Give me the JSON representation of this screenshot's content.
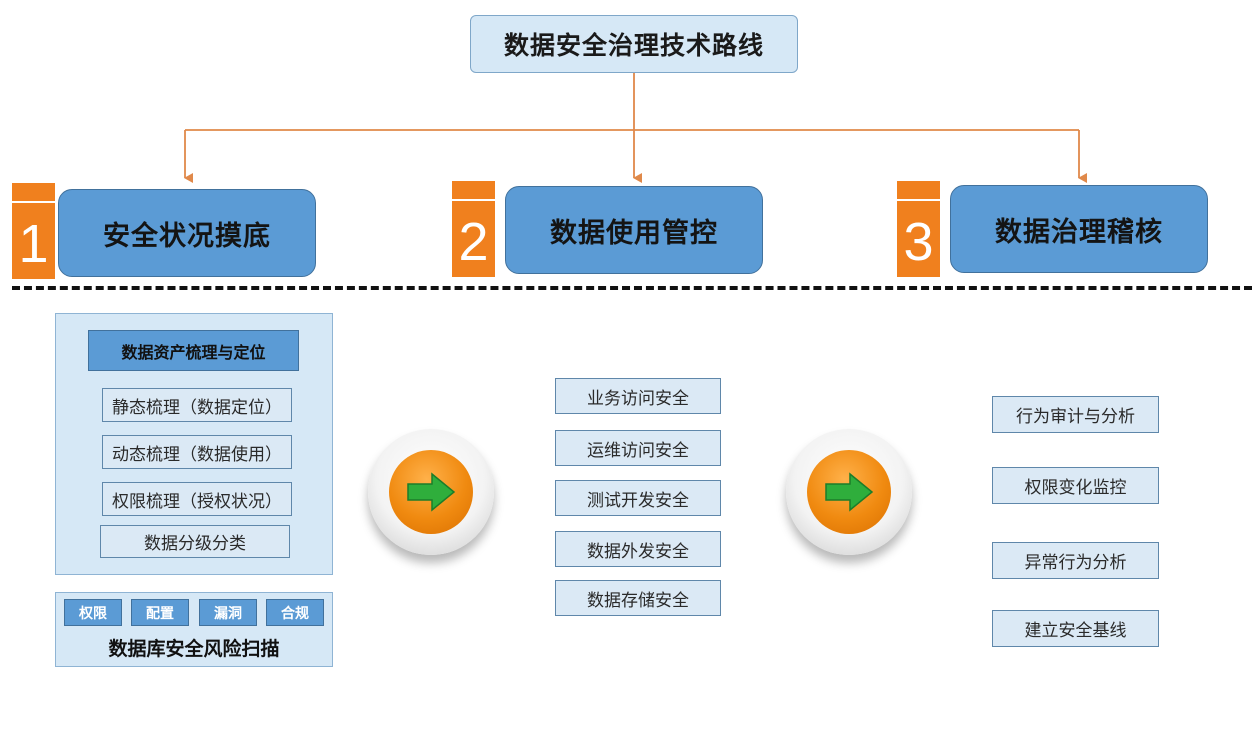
{
  "title": "数据安全治理技术路线",
  "phases": [
    {
      "number": "1",
      "label": "安全状况摸底"
    },
    {
      "number": "2",
      "label": "数据使用管控"
    },
    {
      "number": "3",
      "label": "数据治理稽核"
    }
  ],
  "left_panel": {
    "header": "数据资产梳理与定位",
    "items": [
      "静态梳理（数据定位）",
      "动态梳理（数据使用）",
      "权限梳理（授权状况）",
      "数据分级分类"
    ]
  },
  "scan_panel": {
    "tags": [
      "权限",
      "配置",
      "漏洞",
      "合规"
    ],
    "title": "数据库安全风险扫描"
  },
  "middle_items": [
    "业务访问安全",
    "运维访问安全",
    "测试开发安全",
    "数据外发安全",
    "数据存储安全"
  ],
  "right_items": [
    "行为审计与分析",
    "权限变化监控",
    "异常行为分析",
    "建立安全基线"
  ],
  "colors": {
    "accent_orange": "#f0801e",
    "phase_blue": "#5b9bd5",
    "panel_light_blue": "#d6e8f6",
    "connector": "#e0894a",
    "arrow_green": "#2fae3c"
  },
  "icons": [
    "right-arrow-icon",
    "right-arrow-icon"
  ]
}
